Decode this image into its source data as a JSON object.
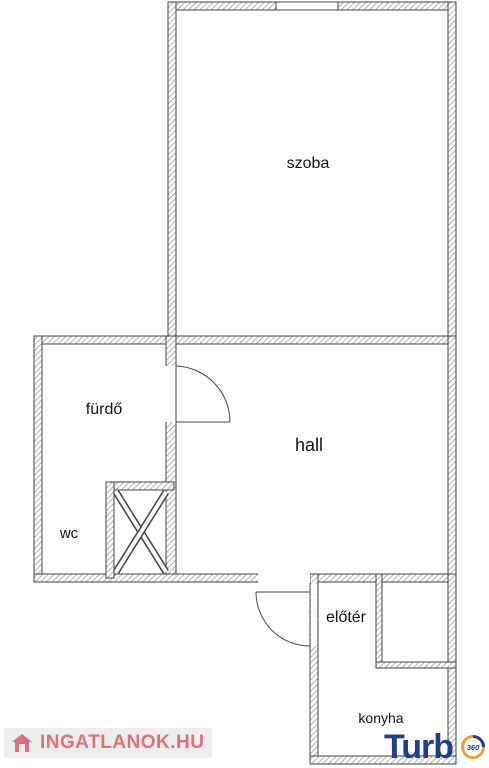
{
  "rooms": {
    "szoba": "szoba",
    "furdo": "fürdő",
    "hall": "hall",
    "wc": "wc",
    "eloter": "előtér",
    "konyha": "konyha"
  },
  "logos": {
    "ingatlanok": "INGATLANOK.HU",
    "turbo_text": "Turb",
    "turbo_badge": "360"
  },
  "colors": {
    "wall": "#444444",
    "hatch": "#888888",
    "ingatlanok": "#e0707a",
    "turbo": "#1f3f8c",
    "turbo_accent": "#f0a030"
  }
}
